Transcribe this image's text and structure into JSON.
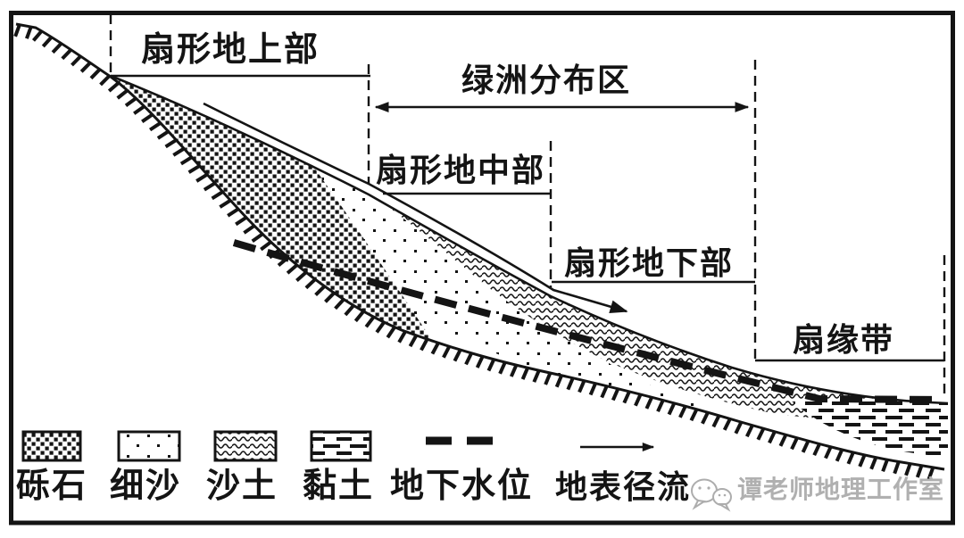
{
  "regions": {
    "fan_upper": "扇形地上部",
    "oasis_zone": "绿洲分布区",
    "fan_middle": "扇形地中部",
    "fan_lower": "扇形地下部",
    "fan_edge": "扇缘带"
  },
  "legend": {
    "gravel": "砾石",
    "fine_sand": "细沙",
    "sandy_soil": "沙土",
    "clay": "黏土",
    "water_table": "地下水位",
    "surface_runoff": "地表径流"
  },
  "watermark": {
    "text": "谭老师地理工作室",
    "logo": "chat-bubbles-icon"
  },
  "colors": {
    "ink": "#141414",
    "background": "#ffffff",
    "watermark": "#b0b0b0"
  }
}
